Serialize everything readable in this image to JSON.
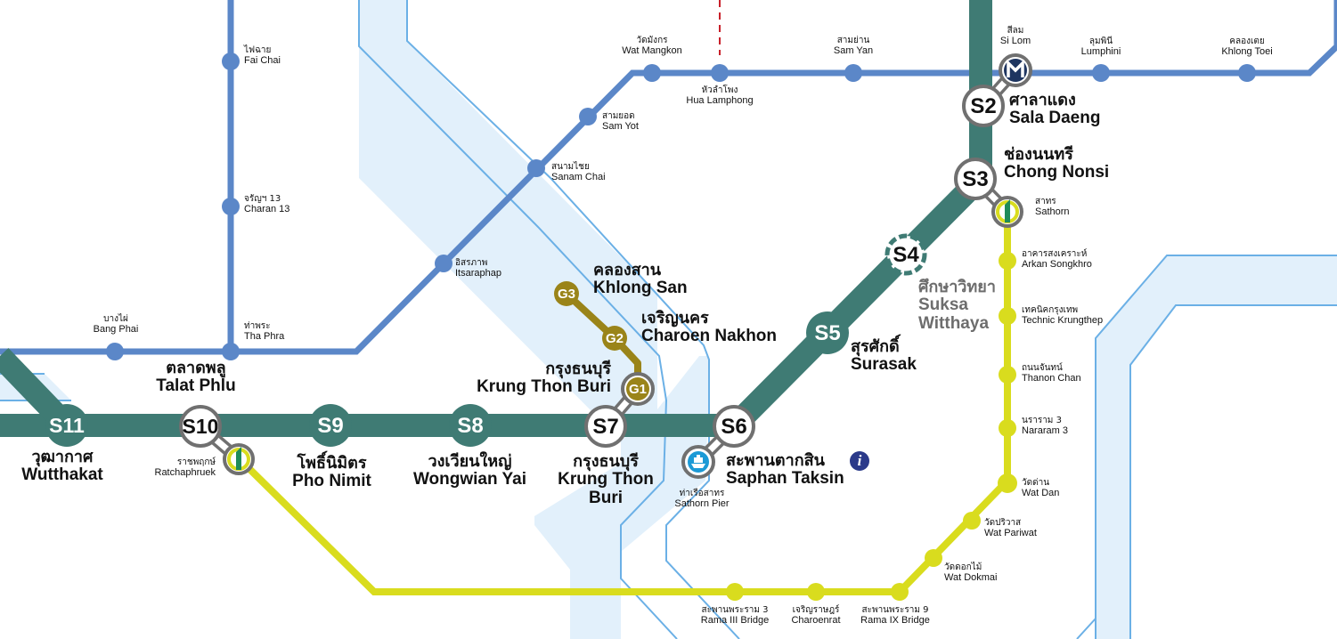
{
  "colors": {
    "silom_line": "#3f7b74",
    "blue_line": "#5b87c8",
    "yellow_line": "#d9dc1e",
    "gold_line": "#9a8419",
    "river_fill": "#e2f0fb",
    "river_edge": "#6bb0e6",
    "interchange_ring": "#707070",
    "mrt_badge": "#1e3560",
    "pier_badge": "#1c9ad6",
    "info_badge": "#2b3a8a",
    "dashed_line": "#c8202a"
  },
  "silom_line": {
    "stations": [
      {
        "code": "S2",
        "th": "ศาลาแดง",
        "en": "Sala Daeng",
        "interchange": true
      },
      {
        "code": "S3",
        "th": "ช่องนนทรี",
        "en": "Chong Nonsi",
        "interchange": true
      },
      {
        "code": "S4",
        "th": "ศึกษาวิทยา",
        "en": "Suksa Witthaya",
        "future": true
      },
      {
        "code": "S5",
        "th": "สุรศักดิ์",
        "en": "Surasak"
      },
      {
        "code": "S6",
        "th": "สะพานตากสิน",
        "en": "Saphan Taksin",
        "interchange": true,
        "info": "i"
      },
      {
        "code": "S7",
        "th": "กรุงธนบุรี",
        "en": "Krung Thon Buri",
        "interchange": true
      },
      {
        "code": "S8",
        "th": "วงเวียนใหญ่",
        "en": "Wongwian Yai"
      },
      {
        "code": "S9",
        "th": "โพธิ์นิมิตร",
        "en": "Pho Nimit"
      },
      {
        "code": "S10",
        "th": "ตลาดพลู",
        "en": "Talat Phlu",
        "interchange": true
      },
      {
        "code": "S11",
        "th": "วุฒากาศ",
        "en": "Wutthakat"
      }
    ]
  },
  "gold_line": {
    "stations": [
      {
        "code": "G1",
        "th": "กรุงธนบุรี",
        "en": "Krung Thon Buri"
      },
      {
        "code": "G2",
        "th": "เจริญนคร",
        "en": "Charoen Nakhon"
      },
      {
        "code": "G3",
        "th": "คลองสาน",
        "en": "Khlong San"
      }
    ]
  },
  "blue_line": {
    "mrt_badge": "M",
    "stations": [
      {
        "th": "ไฟฉาย",
        "en": "Fai Chai"
      },
      {
        "th": "จรัญฯ 13",
        "en": "Charan 13"
      },
      {
        "th": "บางไผ่",
        "en": "Bang Phai"
      },
      {
        "th": "ท่าพระ",
        "en": "Tha Phra"
      },
      {
        "th": "อิสรภาพ",
        "en": "Itsaraphap"
      },
      {
        "th": "สนามไชย",
        "en": "Sanam Chai"
      },
      {
        "th": "สามยอด",
        "en": "Sam Yot"
      },
      {
        "th": "วัดมังกร",
        "en": "Wat Mangkon"
      },
      {
        "th": "หัวลำโพง",
        "en": "Hua Lamphong"
      },
      {
        "th": "สามย่าน",
        "en": "Sam Yan"
      },
      {
        "th": "สีลม",
        "en": "Si Lom"
      },
      {
        "th": "ลุมพินี",
        "en": "Lumphini"
      },
      {
        "th": "คลองเตย",
        "en": "Khlong Toei"
      }
    ]
  },
  "yellow_line": {
    "stations": [
      {
        "th": "สาทร",
        "en": "Sathorn"
      },
      {
        "th": "อาคารสงเคราะห์",
        "en": "Arkan Songkhro"
      },
      {
        "th": "เทคนิคกรุงเทพ",
        "en": "Technic Krungthep"
      },
      {
        "th": "ถนนจันทน์",
        "en": "Thanon Chan"
      },
      {
        "th": "นราราม 3",
        "en": "Nararam 3"
      },
      {
        "th": "วัดด่าน",
        "en": "Wat Dan"
      },
      {
        "th": "วัดปริวาส",
        "en": "Wat Pariwat"
      },
      {
        "th": "วัดดอกไม้",
        "en": "Wat Dokmai"
      },
      {
        "th": "สะพานพระราม 9",
        "en": "Rama IX Bridge"
      },
      {
        "th": "เจริญราษฎร์",
        "en": "Charoenrat"
      },
      {
        "th": "สะพานพระราม 3",
        "en": "Rama III Bridge"
      },
      {
        "th": "ราชพฤกษ์",
        "en": "Ratchaphruek"
      }
    ]
  },
  "pier": {
    "th": "ท่าเรือสาทร",
    "en": "Sathorn Pier"
  }
}
